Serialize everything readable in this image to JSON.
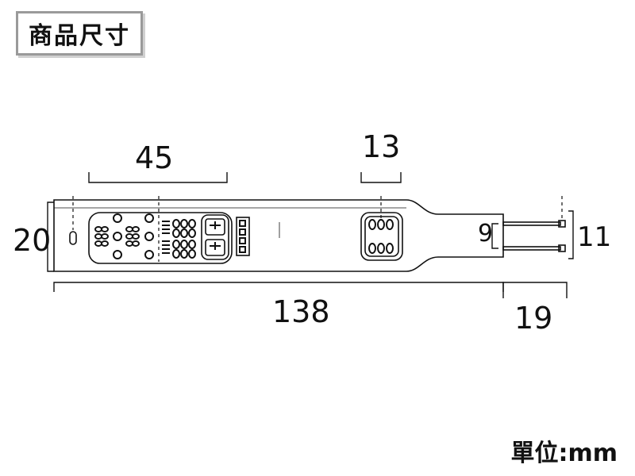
{
  "title": "商品尺寸",
  "dimensions": {
    "width_45": "45",
    "width_13": "13",
    "height_20": "20",
    "length_138": "138",
    "length_19": "19",
    "gap_9": "9",
    "height_11": "11"
  },
  "unit_label": "單位:mm"
}
